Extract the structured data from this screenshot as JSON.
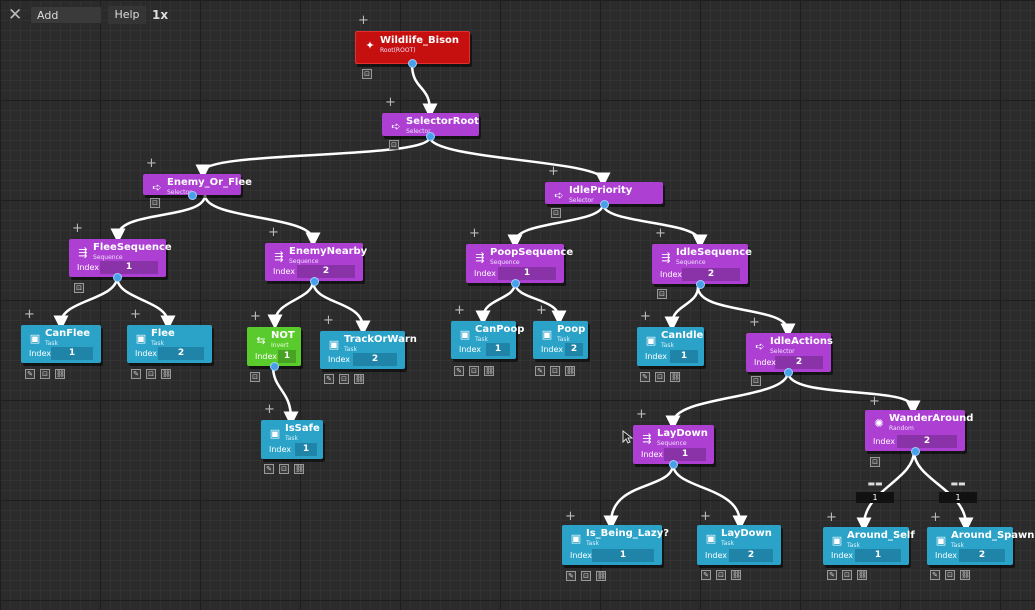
{
  "toolbar": {
    "close_icon": "close-icon",
    "add_placeholder": "Add",
    "help_label": "Help",
    "zoom_label": "1x"
  },
  "colors": {
    "selector": "#ad3fd2",
    "task": "#2ba3c9",
    "invert": "#5acb2c",
    "root": "#c60f0f",
    "edge": "#ffffff",
    "port": "#4aa0e8"
  },
  "nodes": {
    "root": {
      "title": "Wildlife_Bison",
      "type": "Root(ROOT)"
    },
    "selector_root": {
      "title": "SelectorRoot",
      "type": "Selector"
    },
    "enemy_or_flee": {
      "title": "Enemy_Or_Flee",
      "type": "Selector"
    },
    "flee_sequence": {
      "title": "FleeSequence",
      "type": "Sequence",
      "index_label": "Index",
      "index": "1"
    },
    "can_flee": {
      "title": "CanFlee",
      "type": "Task",
      "index_label": "Index",
      "index": "1"
    },
    "flee": {
      "title": "Flee",
      "type": "Task",
      "index_label": "Index",
      "index": "2"
    },
    "enemy_nearby": {
      "title": "EnemyNearby",
      "type": "Sequence",
      "index_label": "Index",
      "index": "2"
    },
    "not": {
      "title": "NOT",
      "type": "Invert",
      "index_label": "Index",
      "index": "1"
    },
    "is_safe": {
      "title": "IsSafe",
      "type": "Task",
      "index_label": "Index",
      "index": "1"
    },
    "track_or_warn": {
      "title": "TrackOrWarn",
      "type": "Task",
      "index_label": "Index",
      "index": "2"
    },
    "idle_priority": {
      "title": "IdlePriority",
      "type": "Selector"
    },
    "poop_sequence": {
      "title": "PoopSequence",
      "type": "Sequence",
      "index_label": "Index",
      "index": "1"
    },
    "can_poop": {
      "title": "CanPoop",
      "type": "Task",
      "index_label": "Index",
      "index": "1"
    },
    "poop": {
      "title": "Poop",
      "type": "Task",
      "index_label": "Index",
      "index": "2"
    },
    "idle_sequence": {
      "title": "IdleSequence",
      "type": "Sequence",
      "index_label": "Index",
      "index": "2"
    },
    "can_idle": {
      "title": "CanIdle",
      "type": "Task",
      "index_label": "Index",
      "index": "1"
    },
    "idle_actions": {
      "title": "IdleActions",
      "type": "Selector",
      "index_label": "Index",
      "index": "2"
    },
    "lay_down_seq": {
      "title": "LayDown",
      "type": "Sequence",
      "index_label": "Index",
      "index": "1"
    },
    "is_being_lazy": {
      "title": "Is_Being_Lazy?",
      "type": "Task",
      "index_label": "Index",
      "index": "1"
    },
    "lay_down_task": {
      "title": "LayDown",
      "type": "Task",
      "index_label": "Index",
      "index": "2"
    },
    "wander_around": {
      "title": "WanderAround",
      "type": "Random",
      "index_label": "Index",
      "index": "2"
    },
    "around_self": {
      "title": "Around_Self",
      "type": "Task",
      "index_label": "Index",
      "index": "1"
    },
    "around_spawn": {
      "title": "Around_Spawn",
      "type": "Task",
      "index_label": "Index",
      "index": "2"
    }
  },
  "badges": {
    "around_self_weight": "1",
    "around_spawn_weight": "1"
  }
}
